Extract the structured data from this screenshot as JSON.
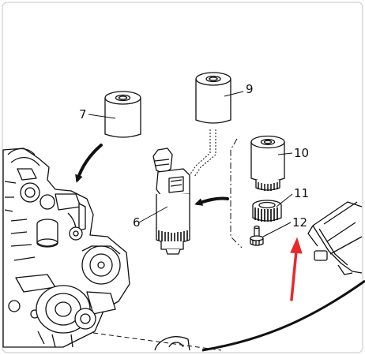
{
  "diagram": {
    "callouts": {
      "c6": "6",
      "c7": "7",
      "c9": "9",
      "c10": "10",
      "c11": "11",
      "c12": "12"
    },
    "colors": {
      "line": "#111111",
      "highlight_arrow": "#e8282b",
      "background": "#ffffff"
    }
  }
}
